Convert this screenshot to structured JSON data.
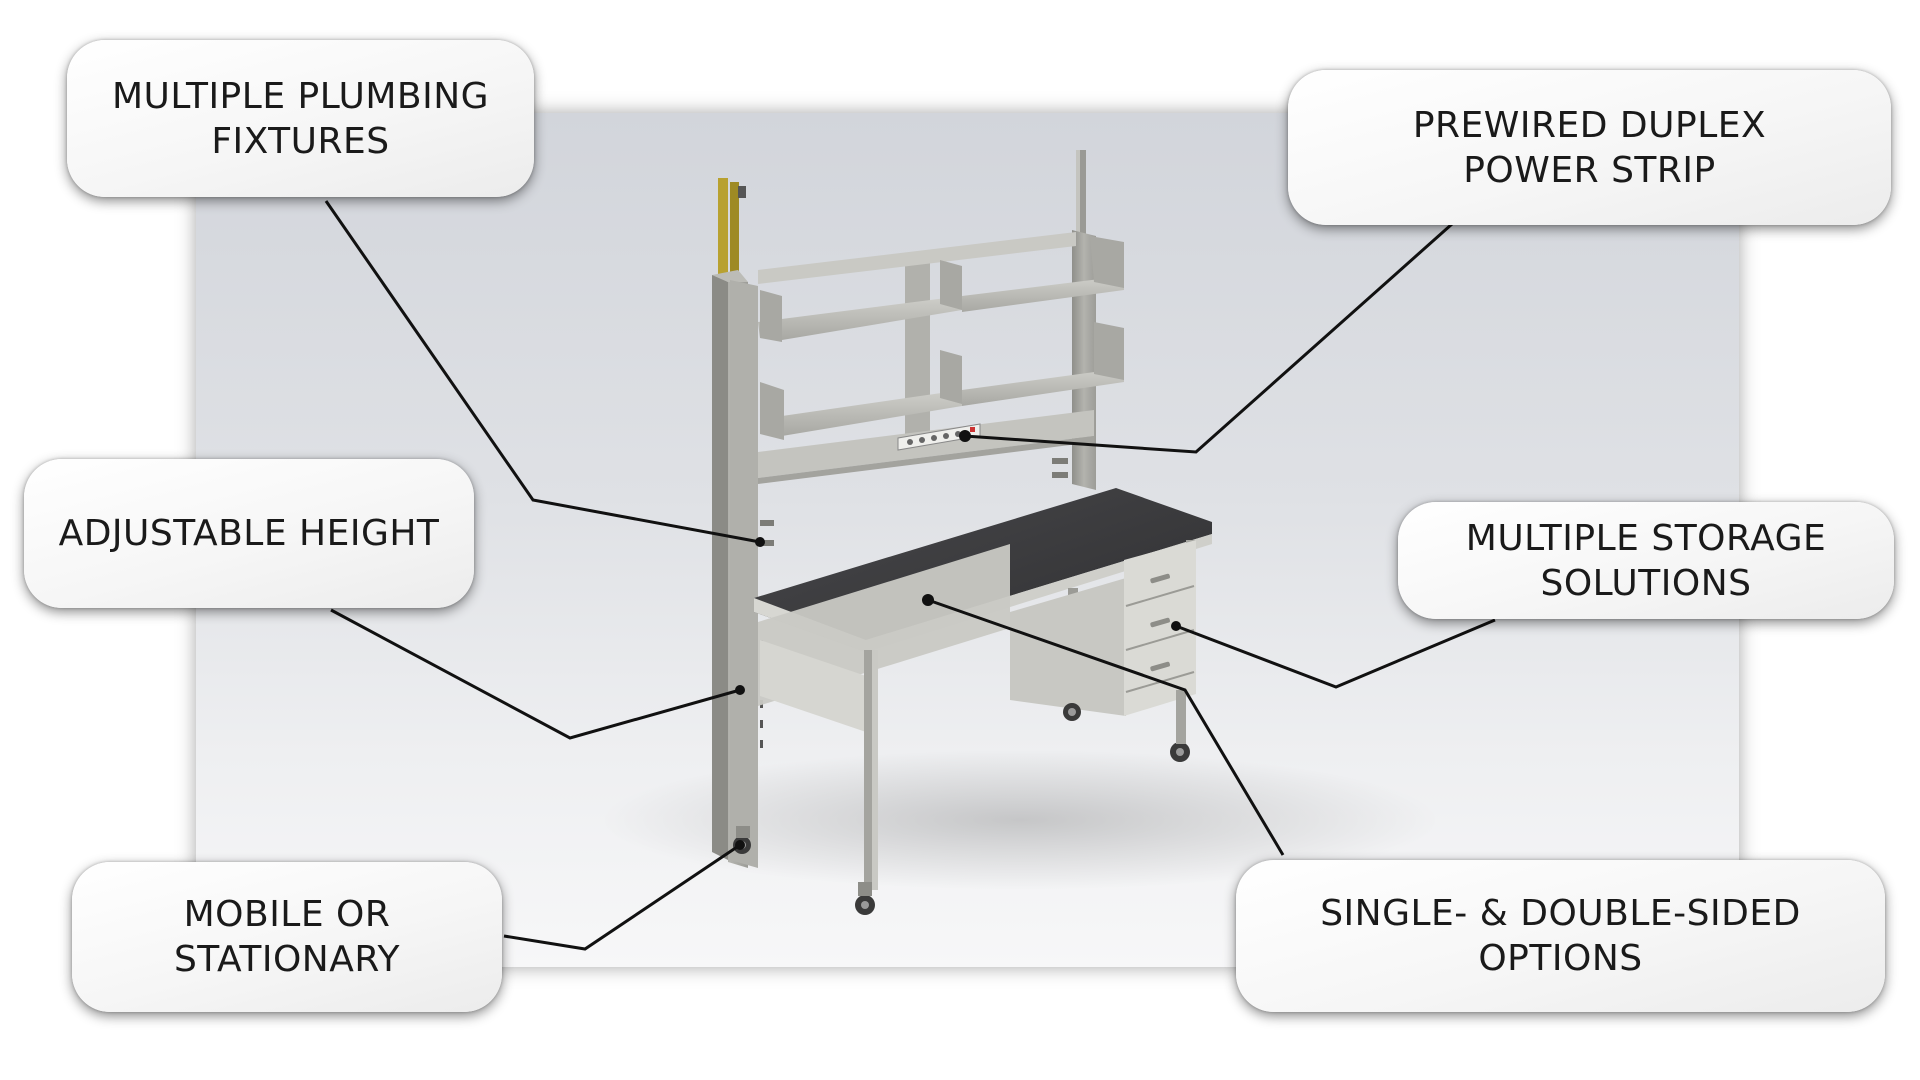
{
  "callouts": {
    "plumbing": "MULTIPLE PLUMBING\nFIXTURES",
    "power_strip": "PREWIRED DUPLEX\nPOWER STRIP",
    "height": "ADJUSTABLE HEIGHT",
    "storage": "MULTIPLE STORAGE\nSOLUTIONS",
    "mobile": "MOBILE OR\nSTATIONARY",
    "sided": "SINGLE- & DOUBLE-SIDED\nOPTIONS"
  },
  "colors": {
    "frame": "#a9a9a4",
    "frame_dark": "#8b8b86",
    "shelf": "#c2c2bd",
    "worktop": "#3c3c3e",
    "cabinet": "#d6d6d1",
    "plumbing_yellow": "#b8a130",
    "leader_line": "#111111"
  }
}
